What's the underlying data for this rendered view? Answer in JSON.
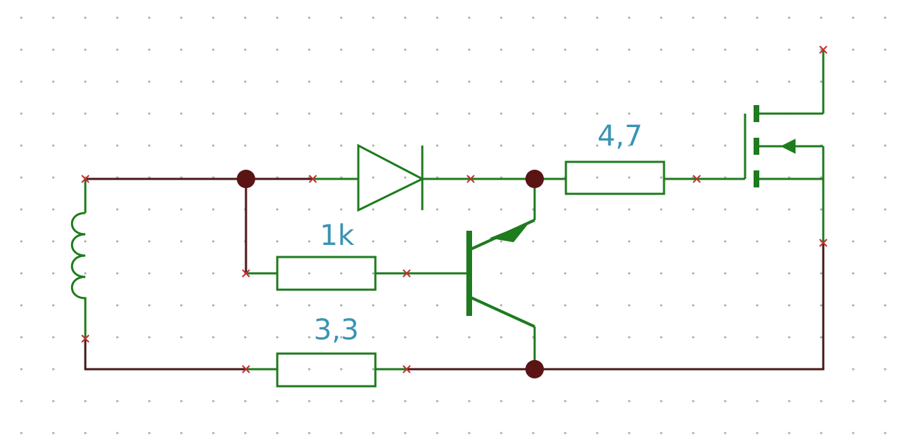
{
  "labels": {
    "r1": "1k",
    "r2": "3,3",
    "r3": "4,7"
  },
  "colors": {
    "component": "#1e7b1e",
    "wire": "#4a1818",
    "junction": "#5a1414",
    "terminal": "#c03030",
    "grid": "#b0b0b0",
    "label": "#3a94b4"
  }
}
